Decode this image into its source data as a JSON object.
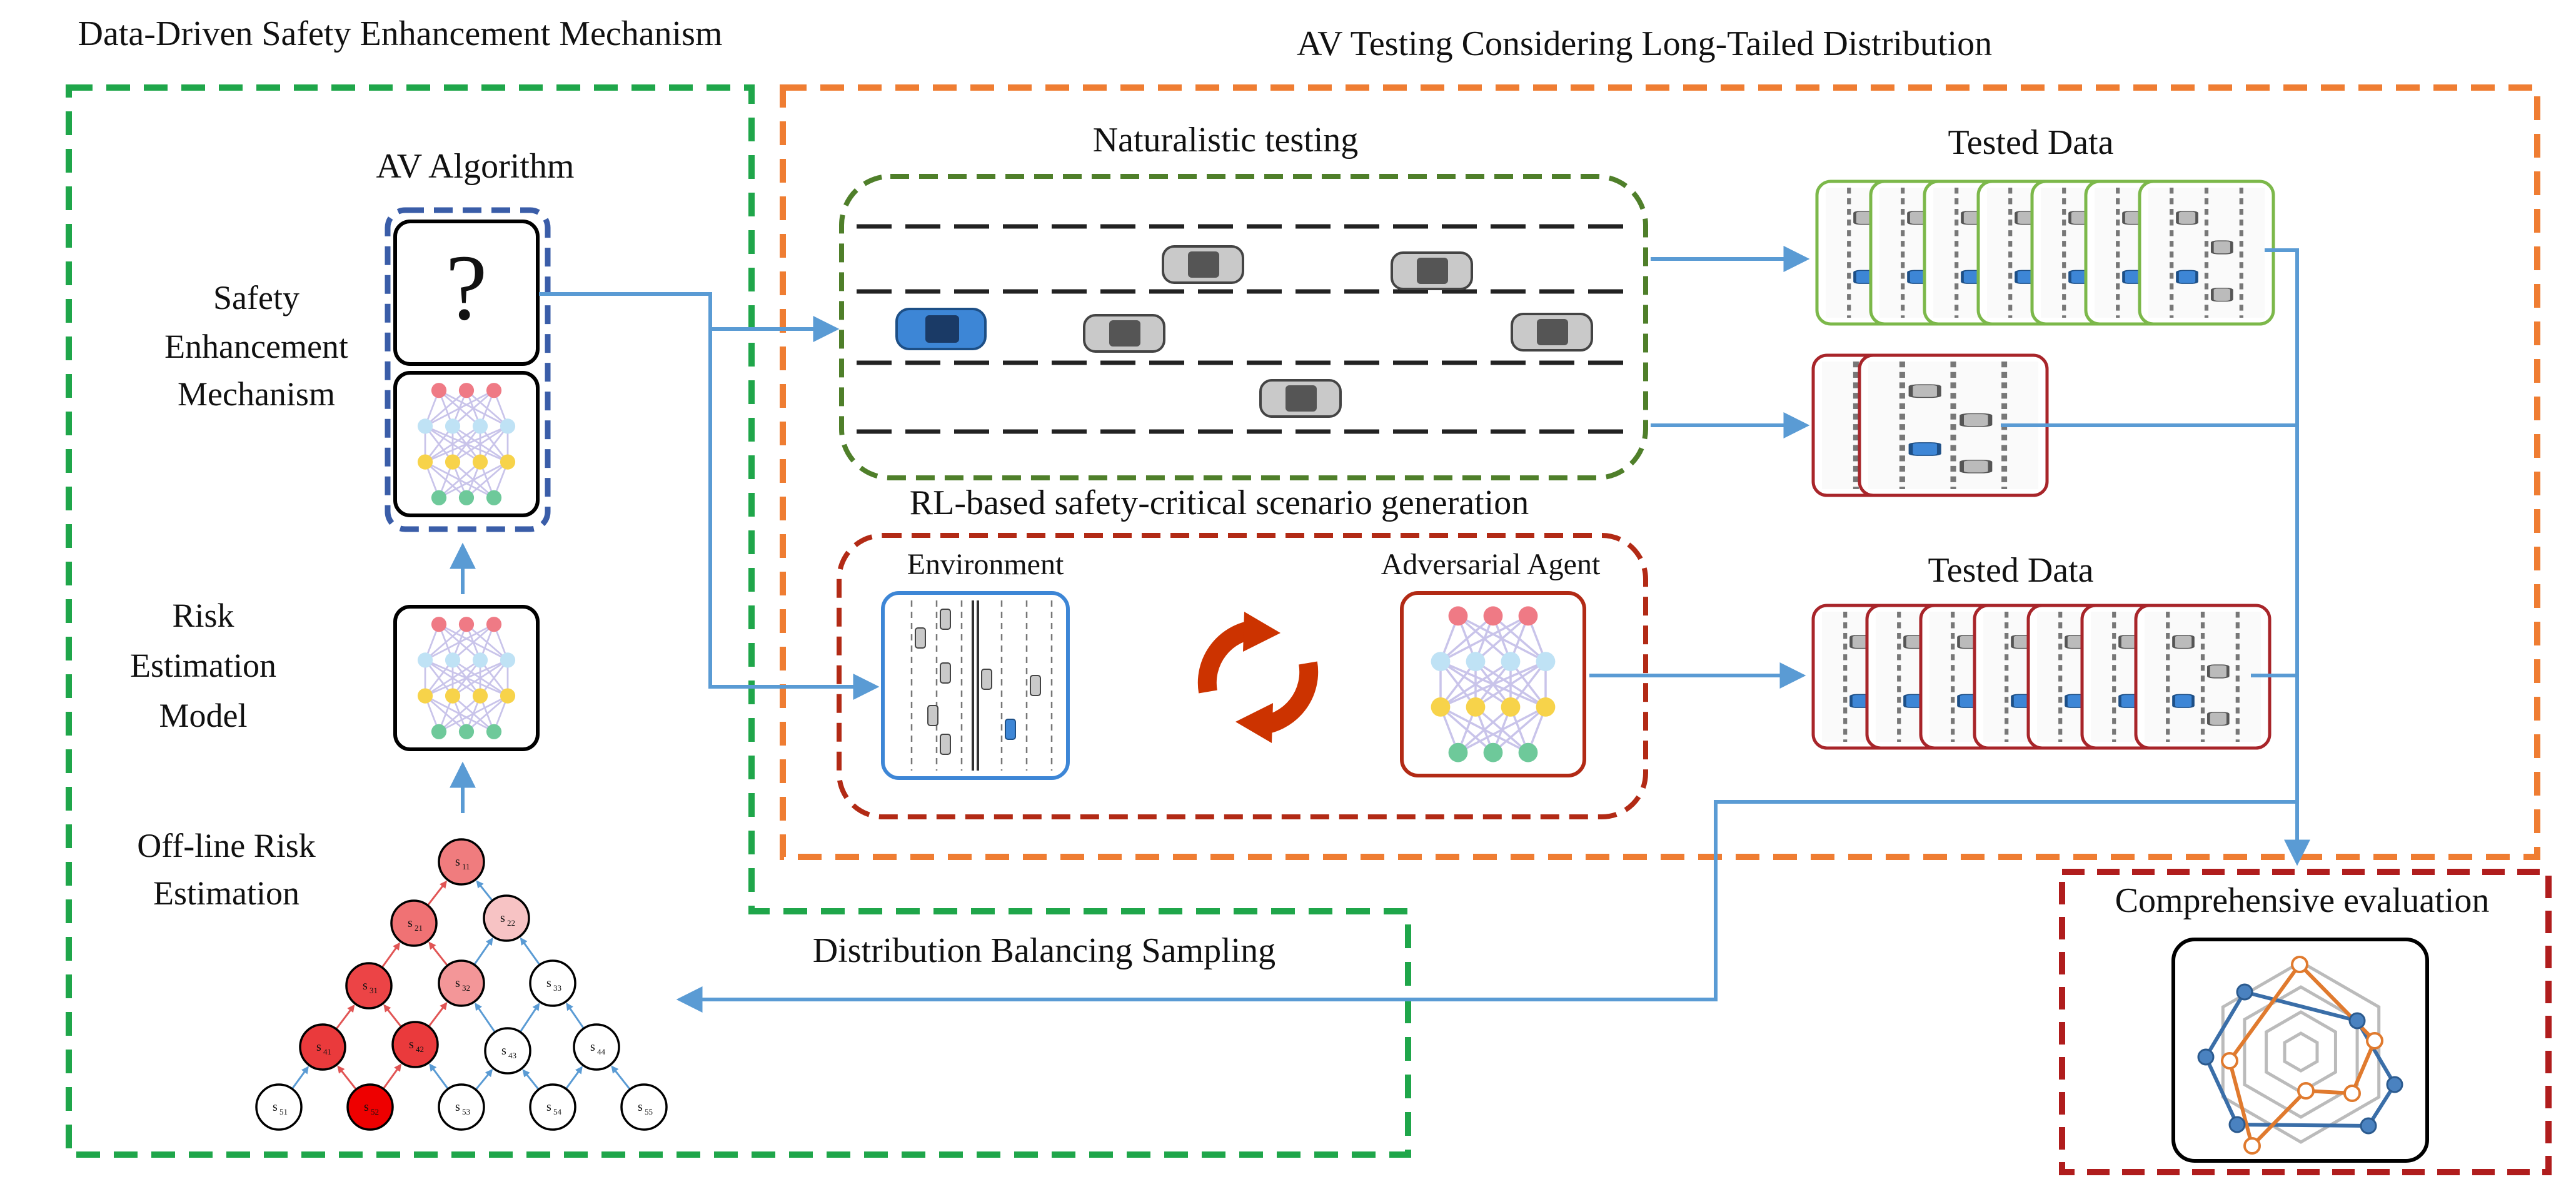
{
  "titles": {
    "left": "Data-Driven Safety Enhancement Mechanism",
    "right": "AV Testing Considering Long-Tailed Distribution"
  },
  "left_panel": {
    "av_algorithm": "AV Algorithm",
    "question_mark": "?",
    "safety_mechanism": [
      "Safety",
      "Enhancement",
      "Mechanism"
    ],
    "risk_model": [
      "Risk",
      "Estimation",
      "Model"
    ],
    "offline_risk": [
      "Off-line Risk",
      "Estimation"
    ],
    "tree_nodes": [
      {
        "id": "s11",
        "sub": "11",
        "shade": "#f07c7e"
      },
      {
        "id": "s21",
        "sub": "21",
        "shade": "#f07274"
      },
      {
        "id": "s22",
        "sub": "22",
        "shade": "#f7c3c4"
      },
      {
        "id": "s31",
        "sub": "31",
        "shade": "#ec4446"
      },
      {
        "id": "s32",
        "sub": "32",
        "shade": "#f39698"
      },
      {
        "id": "s33",
        "sub": "33",
        "shade": "#ffffff"
      },
      {
        "id": "s41",
        "sub": "41",
        "shade": "#ea3a3c"
      },
      {
        "id": "s42",
        "sub": "42",
        "shade": "#ea3a3c"
      },
      {
        "id": "s43",
        "sub": "43",
        "shade": "#ffffff"
      },
      {
        "id": "s44",
        "sub": "44",
        "shade": "#ffffff"
      },
      {
        "id": "s51",
        "sub": "51",
        "shade": "#ffffff"
      },
      {
        "id": "s52",
        "sub": "52",
        "shade": "#ee0000"
      },
      {
        "id": "s53",
        "sub": "53",
        "shade": "#ffffff"
      },
      {
        "id": "s54",
        "sub": "54",
        "shade": "#ffffff"
      },
      {
        "id": "s55",
        "sub": "55",
        "shade": "#ffffff"
      }
    ],
    "sampling": "Distribution Balancing Sampling"
  },
  "right_panel": {
    "naturalistic": "Naturalistic testing",
    "rl_generation": "RL-based safety-critical scenario generation",
    "environment": "Environment",
    "adversarial": "Adversarial Agent",
    "tested_data_top": "Tested Data",
    "tested_data_bottom": "Tested Data",
    "evaluation": "Comprehensive evaluation"
  },
  "colors": {
    "green": "#1fa64a",
    "orange": "#ef7d32",
    "dark_green": "#4f7f2a",
    "dark_red": "#b22a15",
    "eval_red": "#b01d1d",
    "nav_blue": "#3a5da8",
    "arrow_blue": "#5a9bd4",
    "recycle_red": "#cc3300"
  }
}
